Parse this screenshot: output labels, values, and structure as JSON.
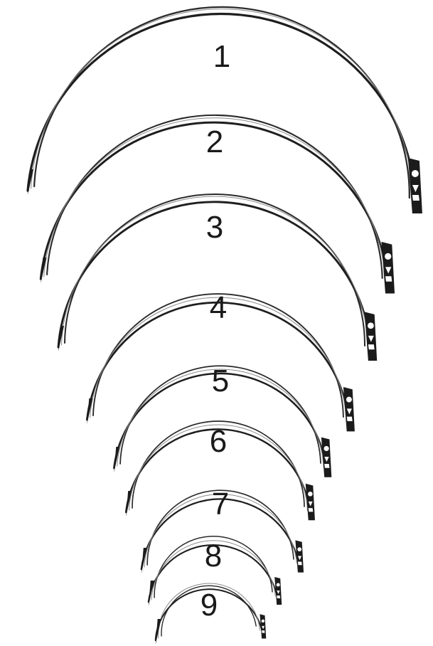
{
  "needles": [
    {
      "label": "1"
    },
    {
      "label": "2"
    },
    {
      "label": "3"
    },
    {
      "label": "4"
    },
    {
      "label": "5"
    },
    {
      "label": "6"
    },
    {
      "label": "7"
    },
    {
      "label": "8"
    },
    {
      "label": "9"
    }
  ]
}
